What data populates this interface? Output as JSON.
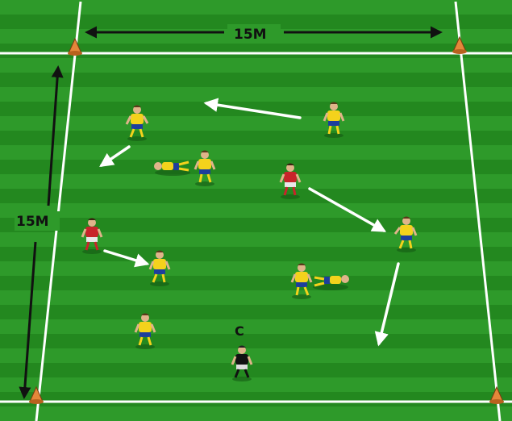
{
  "diagram": {
    "width_label": "15M",
    "height_label": "15M",
    "coach_label": "C",
    "colors": {
      "grass_light": "#2e9a2a",
      "grass_dark": "#1f7f1f",
      "lines": "#ffffff",
      "arrows": "#ffffff",
      "dimension_arrows": "#111111",
      "cone": "#e4873a",
      "team_yellow_shirt": "#f4d21c",
      "team_yellow_shorts": "#1d3e9c",
      "team_red_shirt": "#c8242a",
      "team_red_shorts": "#e8e8e8",
      "coach_shirt": "#111111"
    },
    "players": [
      {
        "name": "yellow-player-1",
        "team": "yellow"
      },
      {
        "name": "yellow-player-2",
        "team": "yellow"
      },
      {
        "name": "yellow-player-3",
        "team": "yellow"
      },
      {
        "name": "yellow-player-4",
        "team": "yellow"
      },
      {
        "name": "yellow-player-5",
        "team": "yellow"
      },
      {
        "name": "yellow-player-6",
        "team": "yellow"
      },
      {
        "name": "yellow-player-7",
        "team": "yellow"
      },
      {
        "name": "yellow-player-lying-1",
        "team": "yellow"
      },
      {
        "name": "yellow-player-lying-2",
        "team": "yellow"
      },
      {
        "name": "red-player-1",
        "team": "red"
      },
      {
        "name": "red-player-2",
        "team": "red"
      },
      {
        "name": "coach",
        "team": "coach"
      }
    ]
  }
}
